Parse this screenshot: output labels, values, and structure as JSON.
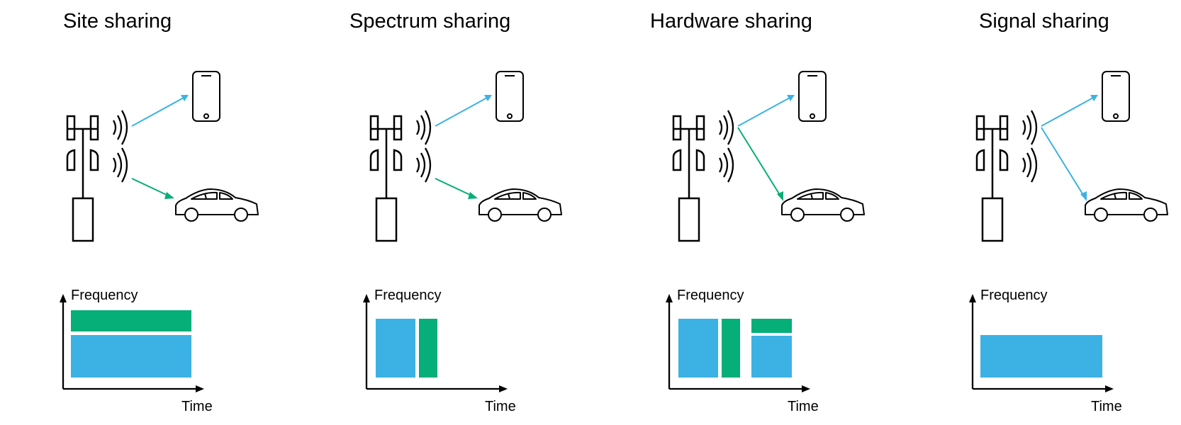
{
  "colors": {
    "blue": "#3CB2E4",
    "green": "#06AE78",
    "line": "#000000"
  },
  "panels": [
    {
      "title": "Site sharing",
      "axis_y": "Frequency",
      "axis_x": "Time",
      "icons": [
        "tower-icon",
        "phone-icon",
        "car-icon"
      ]
    },
    {
      "title": "Spectrum sharing",
      "axis_y": "Frequency",
      "axis_x": "Time",
      "icons": [
        "tower-icon",
        "phone-icon",
        "car-icon"
      ]
    },
    {
      "title": "Hardware sharing",
      "axis_y": "Frequency",
      "axis_x": "Time",
      "icons": [
        "tower-icon",
        "phone-icon",
        "car-icon"
      ]
    },
    {
      "title": "Signal sharing",
      "axis_y": "Frequency",
      "axis_x": "Time",
      "icons": [
        "tower-icon",
        "phone-icon",
        "car-icon"
      ]
    }
  ]
}
